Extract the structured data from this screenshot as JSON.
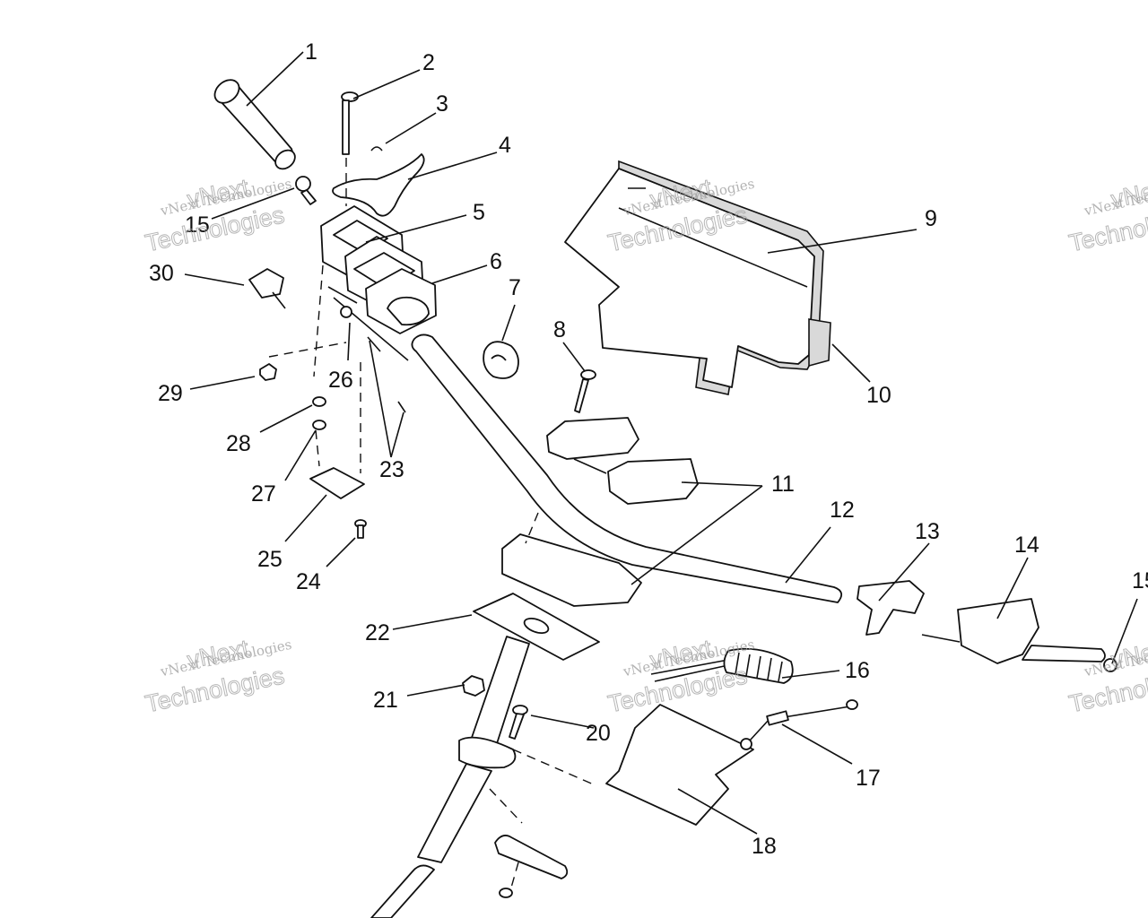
{
  "diagram": {
    "callouts": [
      "1",
      "2",
      "3",
      "4",
      "5",
      "6",
      "7",
      "8",
      "9",
      "10",
      "11",
      "12",
      "13",
      "14",
      "15",
      "15",
      "16",
      "17",
      "18",
      "20",
      "21",
      "22",
      "23",
      "24",
      "25",
      "26",
      "27",
      "28",
      "29",
      "30"
    ],
    "watermark": {
      "small_text": "vNext Technologies",
      "large_line_1": "vNext",
      "large_line_2": "Technologies"
    }
  }
}
